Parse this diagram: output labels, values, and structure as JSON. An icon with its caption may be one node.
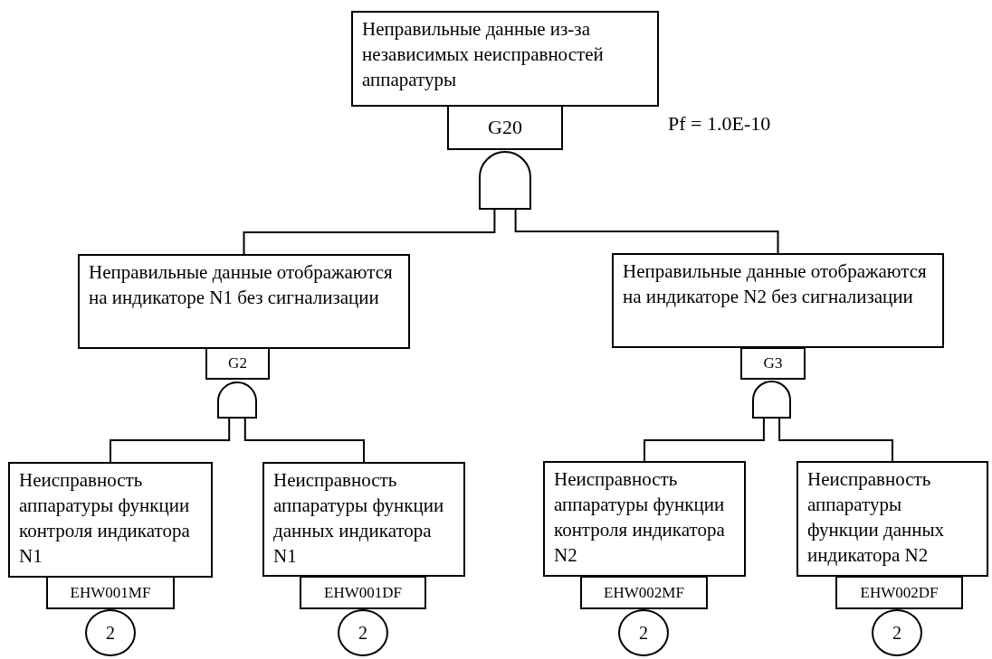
{
  "diagram": {
    "nodes": [
      {
        "text": [
          "Неправильные данные из-за независимых неисправностей аппаратуры"
        ]
      },
      {
        "text": [
          "G20"
        ]
      },
      {
        "text": [],
        "shape": "gate"
      },
      {
        "text": [
          "Неправильные данные отображаются на индикаторе N1 без сигнализации"
        ]
      },
      {
        "text": [
          "G2"
        ]
      },
      {
        "text": [],
        "shape": "gate"
      },
      {
        "text": [
          "Неправильные данные отображаются на индикаторе N2 без сигнализации"
        ]
      },
      {
        "text": [
          "G3"
        ]
      },
      {
        "text": [],
        "shape": "gate"
      },
      {
        "text": [
          "Неисправность аппаратуры функции контроля индикатора N1"
        ]
      },
      {
        "text": [
          "EHW001MF"
        ]
      },
      {
        "text": [
          "2"
        ]
      },
      {
        "text": [
          "Неисправность аппаратуры функции данных индикатора N1"
        ]
      },
      {
        "text": [
          "EHW001DF"
        ]
      },
      {
        "text": [
          "2"
        ]
      },
      {
        "text": [
          "Неисправность аппаратуры функции контроля индикатора N2"
        ]
      },
      {
        "text": [
          "EHW002MF"
        ]
      },
      {
        "text": [
          "2"
        ]
      },
      {
        "text": [
          "Неисправность аппаратуры функции данных индикатора N2"
        ]
      },
      {
        "text": [
          "EHW002DF"
        ]
      },
      {
        "text": [
          "2"
        ]
      }
    ],
    "edges": [
      {
        "from": 2,
        "to": 3,
        "arrow": "none"
      },
      {
        "from": 2,
        "to": 6,
        "arrow": "none"
      },
      {
        "from": 5,
        "to": 9,
        "arrow": "none"
      },
      {
        "from": 5,
        "to": 12,
        "arrow": "none"
      },
      {
        "from": 8,
        "to": 15,
        "arrow": "none"
      },
      {
        "from": 8,
        "to": 18,
        "arrow": "none"
      }
    ],
    "labels": [
      "Pf = 1.0E-10"
    ]
  }
}
